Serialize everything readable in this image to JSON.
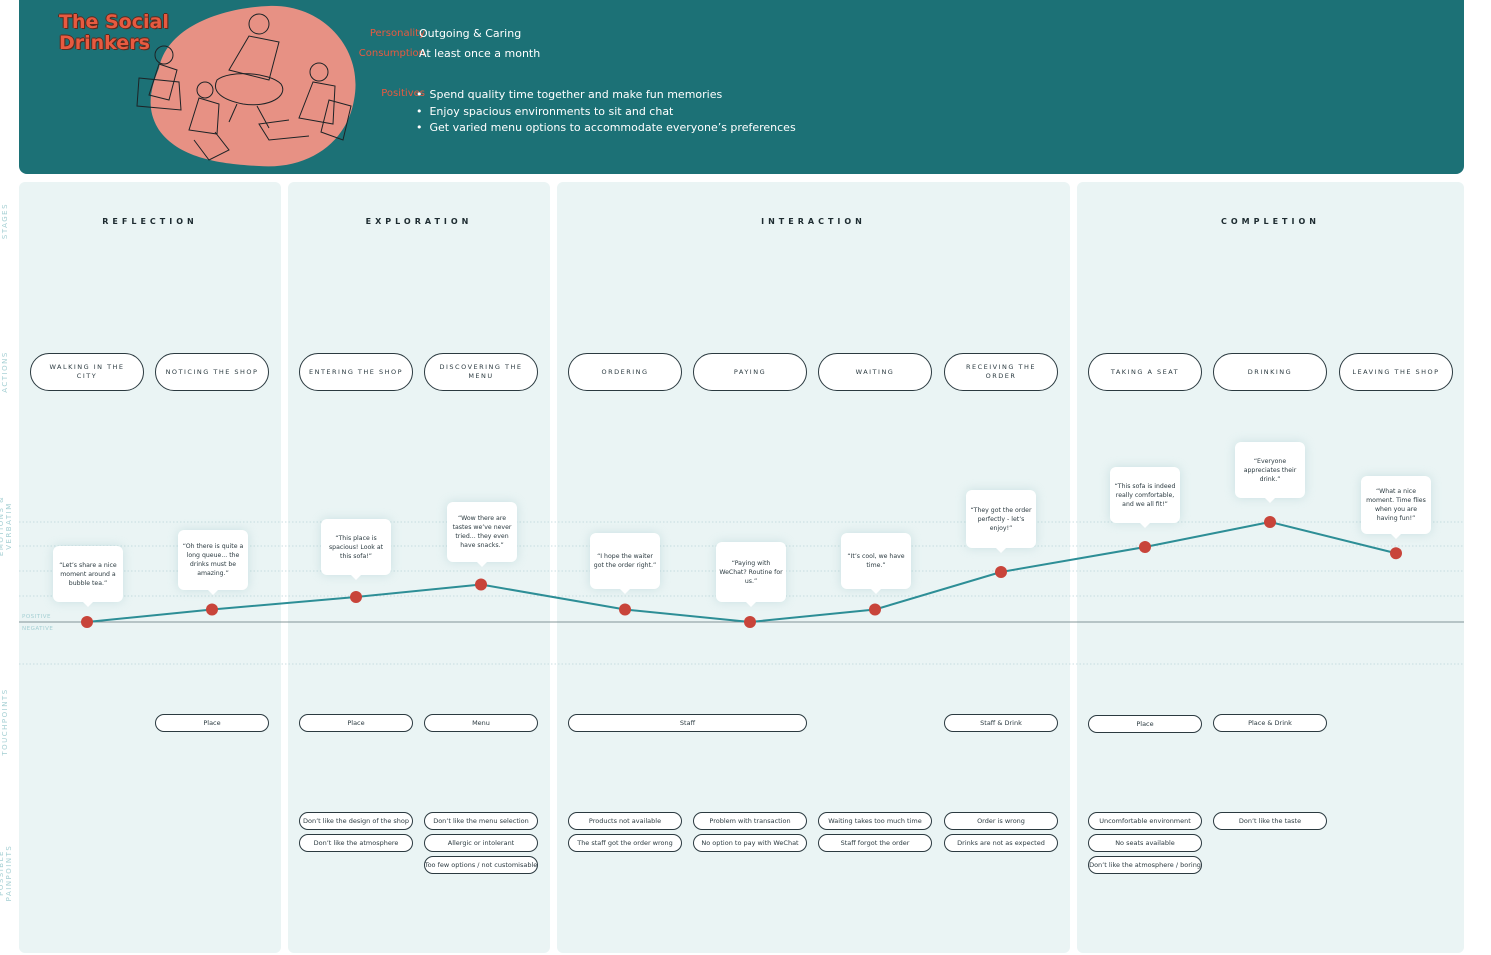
{
  "persona": {
    "title": "The Social\nDrinkers",
    "personality_label": "Personality",
    "personality_value": "Outgoing & Caring",
    "consumption_label": "Consumption",
    "consumption_value": "At least once a month",
    "positives_label": "Positives",
    "positives": [
      "Spend quality time together and make fun memories",
      "Enjoy spacious environments to sit and chat",
      "Get varied menu options to accommodate everyone’s preferences"
    ]
  },
  "row_labels": {
    "stages": "STAGES",
    "actions": "ACTIONS",
    "emotions": "EMOTIONS & VERBATIM",
    "touchpoints": "TOUCHPOINTS",
    "painpoints": "POSSIBLE PAINPOINTS"
  },
  "scale": {
    "positive": "POSITIVE",
    "negative": "NEGATIVE"
  },
  "stages": [
    "REFLECTION",
    "EXPLORATION",
    "INTERACTION",
    "COMPLETION"
  ],
  "actions": [
    "WALKING IN THE CITY",
    "NOTICING THE SHOP",
    "ENTERING THE SHOP",
    "DISCOVERING THE MENU",
    "ORDERING",
    "PAYING",
    "WAITING",
    "RECEIVING THE ORDER",
    "TAKING A SEAT",
    "DRINKING",
    "LEAVING THE SHOP"
  ],
  "chart_data": {
    "type": "line",
    "categories": [
      "WALKING IN THE CITY",
      "NOTICING THE SHOP",
      "ENTERING THE SHOP",
      "DISCOVERING THE MENU",
      "ORDERING",
      "PAYING",
      "WAITING",
      "RECEIVING THE ORDER",
      "TAKING A SEAT",
      "DRINKING",
      "LEAVING THE SHOP"
    ],
    "values": [
      0,
      1,
      2,
      3,
      1,
      0,
      1,
      4,
      6,
      8,
      5.5
    ],
    "ylim": [
      -3,
      8
    ],
    "color": "#2d8e96",
    "point_color": "#c8443a",
    "annotations": [
      "“Let’s share a nice moment around a bubble tea.”",
      "“Oh there is quite a long queue... the drinks must be amazing.”",
      "“This place is spacious! Look at this sofa!”",
      "“Wow there are tastes we’ve never tried... they even have snacks.”",
      "“I hope the waiter got the order right.”",
      "“Paying with WeChat? Routine for us.”",
      "“It’s cool, we have time.”",
      "“They got the order perfectly - let’s enjoy!”",
      "“This sofa is indeed really comfortable, and we all fit!”",
      "“Everyone appreciates their drink.”",
      "“What a nice moment. Time flies when you are having fun!”"
    ]
  },
  "touchpoints": [
    "Place",
    "Place",
    "Menu",
    "Staff",
    "Staff & Drink",
    "Place",
    "Place & Drink"
  ],
  "painpoints": {
    "entering": [
      "Don’t like the design of the shop",
      "Don’t like the atmosphere"
    ],
    "discovering": [
      "Don’t like the menu selection",
      "Allergic or intolerant",
      "Too few options / not customisable"
    ],
    "ordering": [
      "Products not available",
      "The staff got the order wrong"
    ],
    "paying": [
      "Problem with transaction",
      "No option to pay with WeChat"
    ],
    "waiting": [
      "Waiting takes too much time",
      "Staff forgot the order"
    ],
    "receiving": [
      "Order is wrong",
      "Drinks are not as expected"
    ],
    "seat": [
      "Uncomfortable environment",
      "No seats available",
      "Don’t like the atmosphere / boring"
    ],
    "drinking": [
      "Don’t like the taste"
    ]
  },
  "colors": {
    "header": "#1c7176",
    "accent": "#e75a40",
    "panel": "#eaf4f4",
    "blob": "#e79184"
  }
}
